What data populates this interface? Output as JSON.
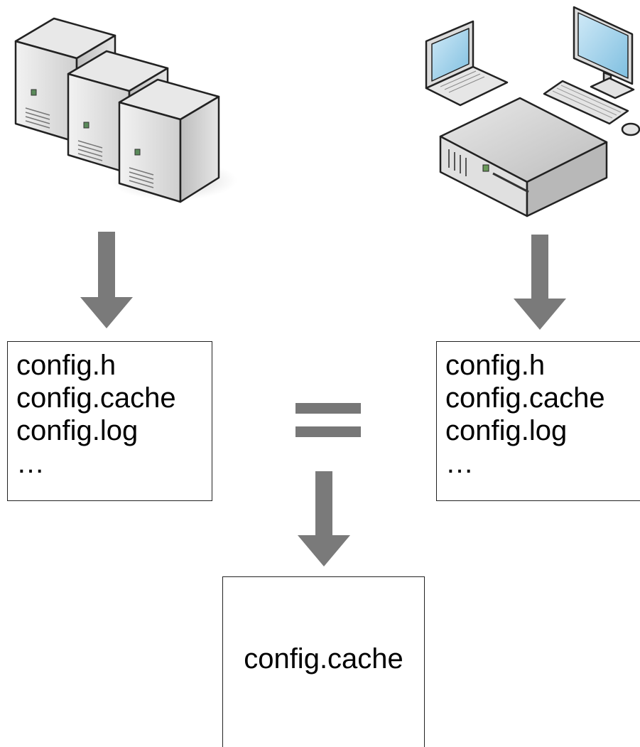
{
  "left": {
    "icon": "server-cluster-icon",
    "files": [
      "config.h",
      "config.cache",
      "config.log",
      "…"
    ]
  },
  "right": {
    "icon": "workstation-icon",
    "files": [
      "config.h",
      "config.cache",
      "config.log",
      "…"
    ]
  },
  "relation": {
    "icon": "equals-icon"
  },
  "result": {
    "file": "config.cache"
  },
  "colors": {
    "arrow": "#7a7a7a",
    "equals": "#777777",
    "screen": "#a9d6ee",
    "case": "#d8d8d8"
  }
}
